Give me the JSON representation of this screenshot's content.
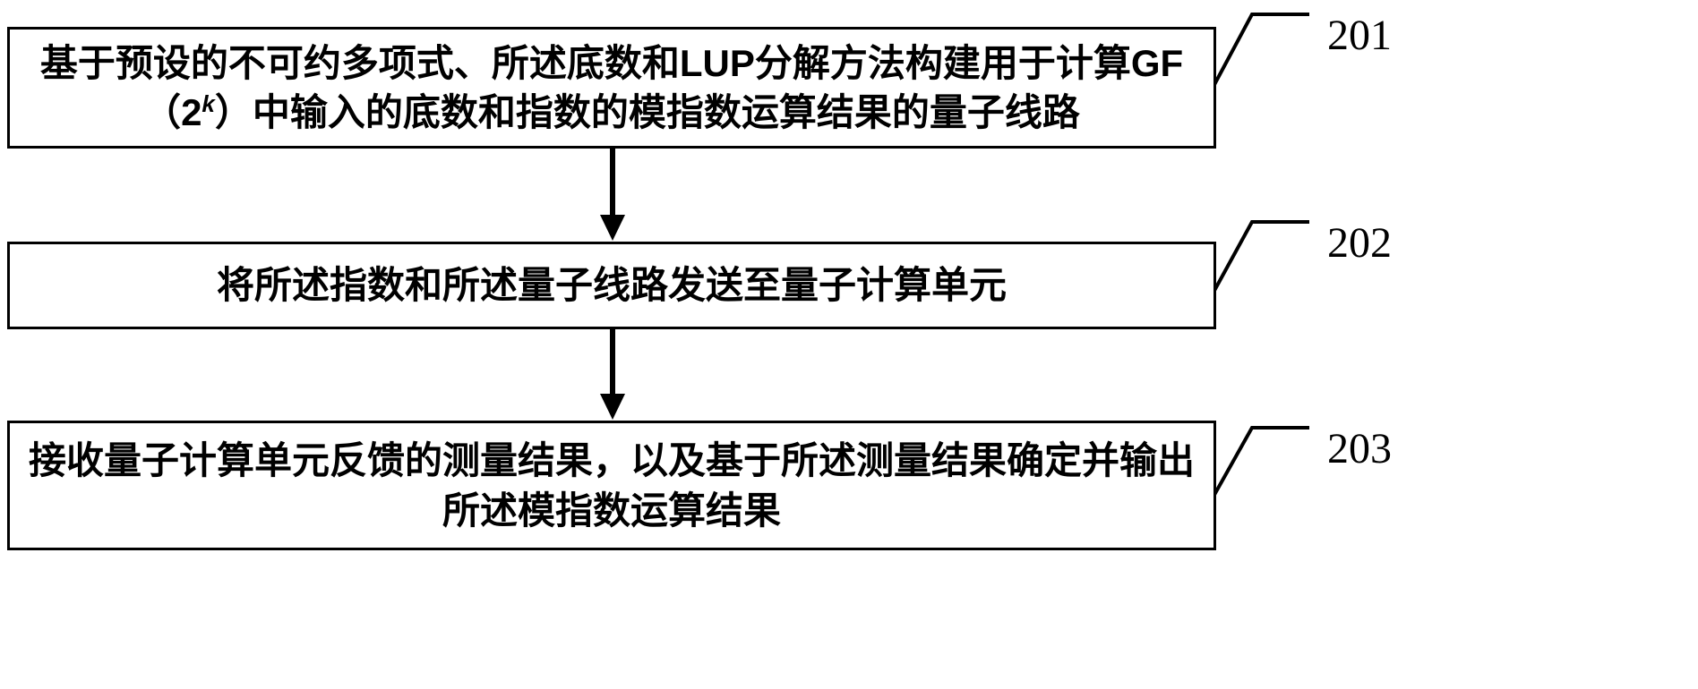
{
  "figure": {
    "kind": "patent-flowchart",
    "line_color": "#000000",
    "box_fill": "#ffffff",
    "steps": [
      {
        "ref": "201",
        "text_part1": "基于预设的不可约多项式、所述底数和LUP分解方法构建用于计算GF（2",
        "sup": "k",
        "text_part2": "）中输入的底数和指数的模指数运算结果的量子线路"
      },
      {
        "ref": "202",
        "text": "将所述指数和所述量子线路发送至量子计算单元"
      },
      {
        "ref": "203",
        "text": "接收量子计算单元反馈的测量结果，以及基于所述测量结果确定并输出所述模指数运算结果"
      }
    ]
  }
}
